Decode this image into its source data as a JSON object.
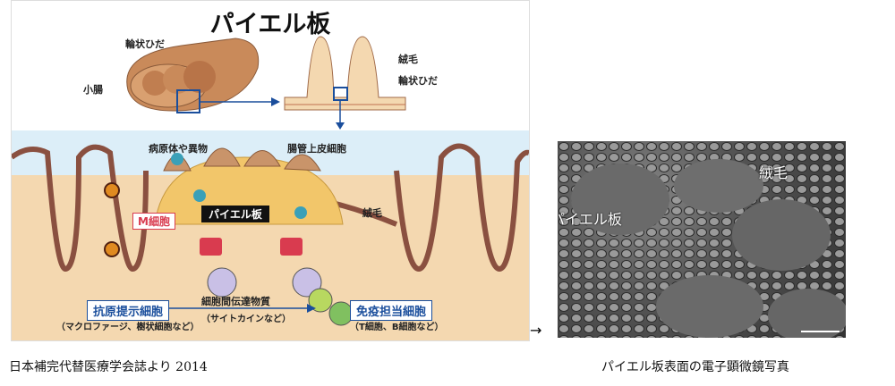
{
  "diagram": {
    "title": "パイエル板",
    "top_labels": {
      "fold_left": "輪状ひだ",
      "small_intestine": "小腸",
      "villus": "絨毛",
      "fold_right": "輪状ひだ"
    },
    "labels": {
      "pathogen": "病原体や異物",
      "epithelial": "腸管上皮細胞",
      "peyer": "パイエル板",
      "m_cell": "M細胞",
      "villus": "絨毛",
      "apc": "抗原提示細胞",
      "apc_note": "（マクロファージ、樹状細胞など）",
      "mediator": "細胞間伝達物質",
      "mediator_note": "（サイトカインなど）",
      "immune": "免疫担当細胞",
      "immune_note": "（T細胞、B細胞など）"
    },
    "colors": {
      "tissue": "#f3d3a8",
      "lumen": "#dceef8",
      "dome": "#f2c66a",
      "m_cell": "#d93b4f",
      "accent": "#1a4e9c"
    }
  },
  "arrow": "→",
  "photo": {
    "labels": {
      "villus": "絨毛",
      "peyer": "パイエル板"
    }
  },
  "captions": {
    "left": "日本補完代替医療学会誌より 2014",
    "right": "パイエル坂表面の電子顕微鏡写真"
  }
}
